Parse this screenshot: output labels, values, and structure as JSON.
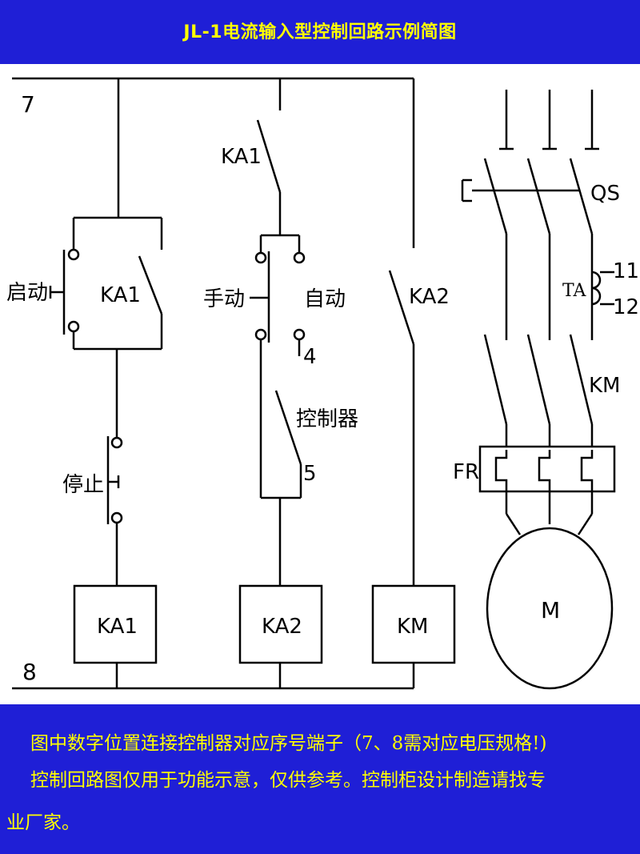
{
  "title": "JL-1电流输入型控制回路示例简图",
  "diagram": {
    "bus_top": "7",
    "bus_bottom": "8",
    "labels": {
      "start": "启动",
      "stop": "停止",
      "ka1_contact": "KA1",
      "ka1_switch": "KA1",
      "manual": "手动",
      "auto": "自动",
      "terminal_4": "4",
      "controller": "控制器",
      "terminal_5": "5",
      "ka2_contact": "KA2",
      "qs": "QS",
      "ta": "TA",
      "terminal_11": "11",
      "terminal_12": "12",
      "km_contact": "KM",
      "fr": "FR",
      "motor": "M"
    },
    "coils": {
      "ka1": "KA1",
      "ka2": "KA2",
      "km": "KM"
    }
  },
  "notes": {
    "line1": "图中数字位置连接控制器对应序号端子（7、8需对应电压规格!)",
    "line2": "控制回路图仅用于功能示意，仅供参考。控制柜设计制造请找专",
    "line3": "业厂家。"
  },
  "colors": {
    "banner": "#1f1fd6",
    "text_highlight": "#ffff00",
    "line": "#000000"
  }
}
